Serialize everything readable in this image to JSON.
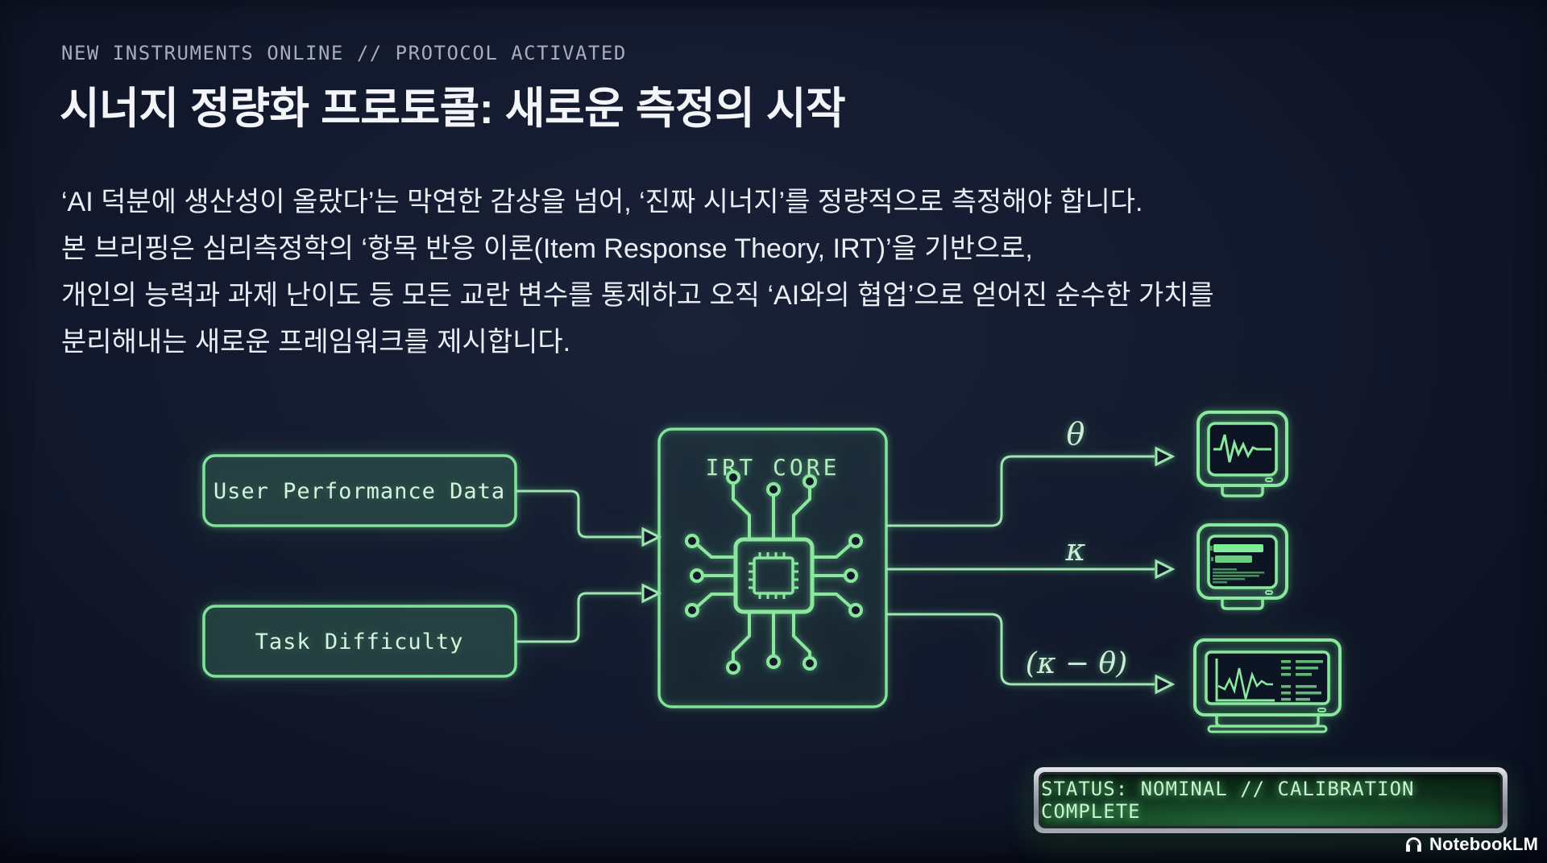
{
  "eyebrow": "NEW INSTRUMENTS ONLINE // PROTOCOL ACTIVATED",
  "title": "시너지 정량화 프로토콜: 새로운 측정의 시작",
  "intro": {
    "lines": [
      "‘AI 덕분에 생산성이 올랐다’는 막연한 감상을 넘어, ‘진짜 시너지’를 정량적으로 측정해야 합니다.",
      "본 브리핑은 심리측정학의 ‘항목 반응 이론(Item Response Theory, IRT)’을 기반으로,",
      "개인의 능력과 과제 난이도 등 모든 교란 변수를 통제하고 오직 ‘AI와의 협업’으로 얻어진 순수한 가치를",
      "분리해내는 새로운 프레임워크를 제시합니다."
    ]
  },
  "diagram": {
    "inputs": [
      {
        "label": "User Performance Data"
      },
      {
        "label": "Task Difficulty"
      }
    ],
    "core": {
      "label": "IRT CORE",
      "icon": "cpu-chip-icon"
    },
    "outputs": [
      {
        "symbol": "θ",
        "monitor": "waveform-monitor-icon"
      },
      {
        "symbol": "κ",
        "monitor": "terminal-monitor-icon"
      },
      {
        "symbol": "(κ − θ)",
        "monitor": "analytics-monitor-icon"
      }
    ]
  },
  "status_bar": {
    "text": "STATUS: NOMINAL // CALIBRATION COMPLETE"
  },
  "branding": {
    "label": "NotebookLM",
    "icon": "notebooklm-logo-icon"
  },
  "colors": {
    "background": "#141a2e",
    "accent_green": "#7fe39a",
    "line_green": "#9fe6b0",
    "text_primary": "#f3f5f9",
    "text_secondary": "#a6adbd",
    "status_text": "#c2f7cb"
  }
}
